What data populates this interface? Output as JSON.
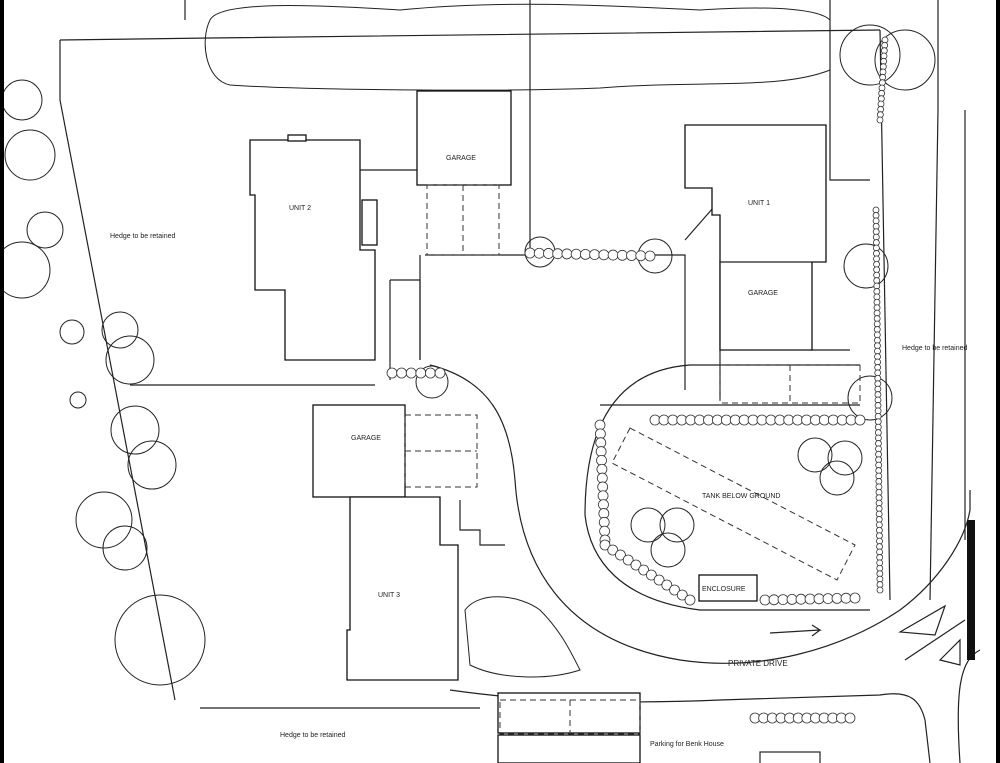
{
  "title": "Site layout plan",
  "labels": {
    "unit1": "UNIT 1",
    "unit2": "UNIT 2",
    "unit3": "UNIT 3",
    "garage1": "GARAGE",
    "garage2": "GARAGE",
    "garage3": "GARAGE",
    "hedge_west": "Hedge to be retained",
    "hedge_east": "Hedge to be retained",
    "hedge_south": "Hedge to be retained",
    "tank": "TANK BELOW GROUND",
    "enclosure": "ENCLOSURE",
    "private_drive": "PRIVATE DRIVE",
    "parking": "Parking for Benk House"
  }
}
